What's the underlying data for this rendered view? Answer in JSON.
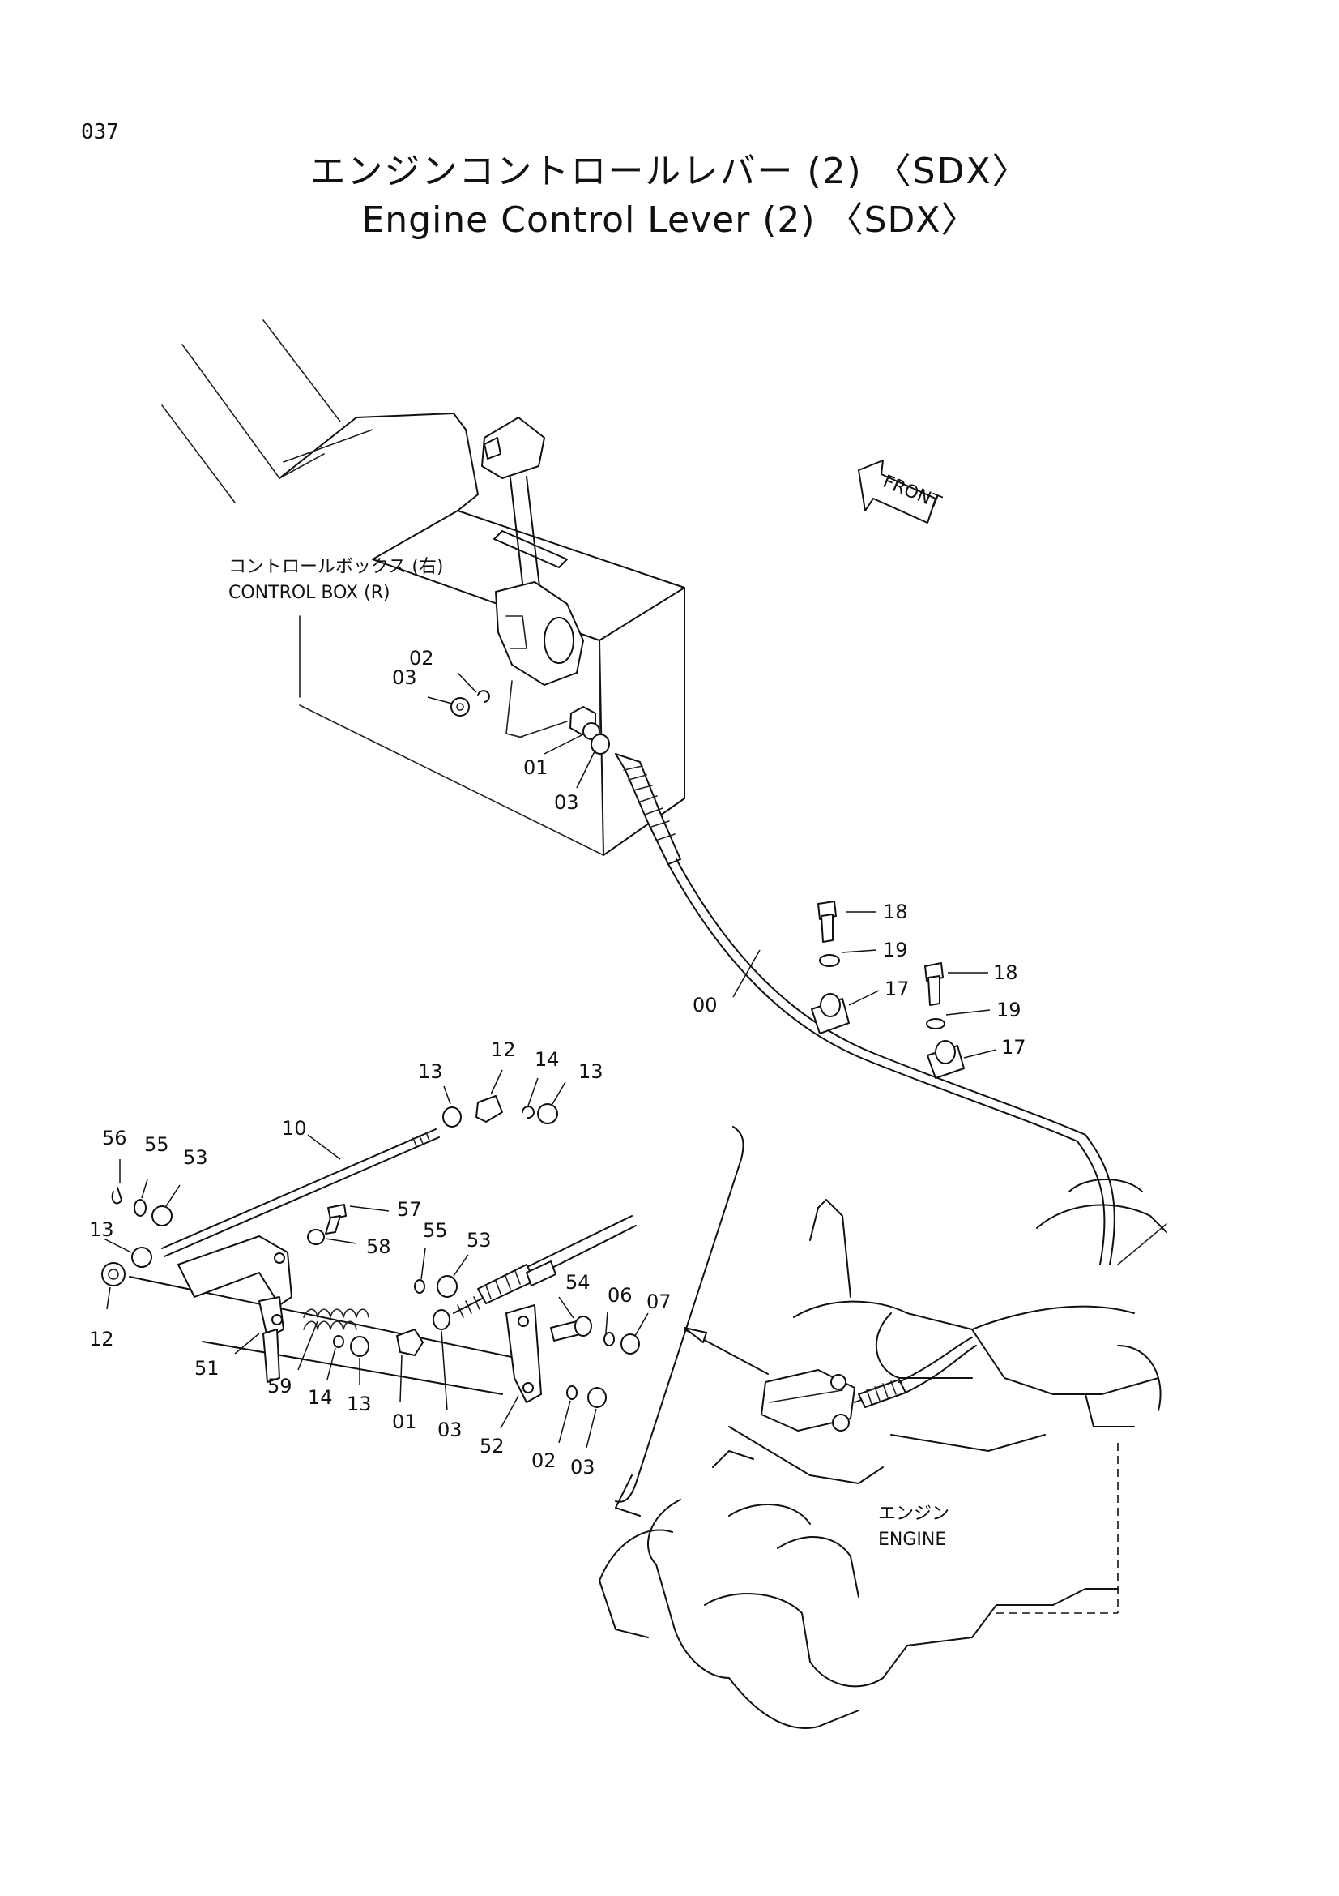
{
  "page_number": "037",
  "title_jp": "エンジンコントロールレバー (2) 〈SDX〉",
  "title_en": "Engine Control Lever (2) 〈SDX〉",
  "front_arrow_label": "FRONT",
  "captions": {
    "control_box_jp": "コントロールボックス (右)",
    "control_box_en": "CONTROL BOX (R)",
    "engine_jp": "エンジン",
    "engine_en": "ENGINE"
  },
  "callouts": {
    "c02a": "02",
    "c03a": "03",
    "c01a": "01",
    "c03b": "03",
    "c00": "00",
    "c18a": "18",
    "c19a": "19",
    "c17a": "17",
    "c18b": "18",
    "c19b": "19",
    "c17b": "17",
    "c13a": "13",
    "c12a": "12",
    "c14a": "14",
    "c13b": "13",
    "c10": "10",
    "c56": "56",
    "c55a": "55",
    "c53a": "53",
    "c13c": "13",
    "c12b": "12",
    "c57": "57",
    "c58": "58",
    "c55b": "55",
    "c53b": "53",
    "c54": "54",
    "c06": "06",
    "c07": "07",
    "c51": "51",
    "c59": "59",
    "c14b": "14",
    "c13d": "13",
    "c01b": "01",
    "c03c": "03",
    "c52": "52",
    "c02b": "02",
    "c03d": "03"
  }
}
